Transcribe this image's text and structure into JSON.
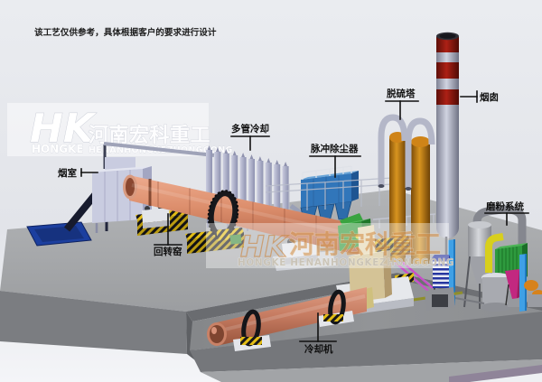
{
  "disclaimer": "该工艺仅供参考，具体根据客户的要求进行设计",
  "labels": {
    "smoke_chamber": "烟室",
    "multi_tube_cooler": "多管冷却",
    "pulse_dust_collector": "脉冲除尘器",
    "desulfurization_tower": "脱硫塔",
    "chimney": "烟囱",
    "grinding_system": "磨粉系统",
    "rotary_kiln": "回转窑",
    "cooling_machine": "冷却机"
  },
  "watermark_left": {
    "logo_initials": "HK",
    "brand_en": "HONGKE",
    "brand_cn": "河南宏科重工",
    "brand_pinyin": "HENANHONGKEZHONGGONG"
  },
  "watermark_center": {
    "logo_initials": "HK",
    "brand_cn": "河南宏科重工",
    "line_en": "HONGKE HENANHONGKEZHONGGONG"
  },
  "colors": {
    "kiln_salmon": "#cd8168",
    "dust_collector_blue": "#3176ba",
    "hazard_yellow": "#e3bd14",
    "chimney_red": "#a01a10",
    "tower_orange": "#cc8a20",
    "panel_blue": "#1c3f9f",
    "post_blue": "#3fa0e6",
    "machine_green": "#2e9a3e",
    "hopper_magenta": "#c22880"
  }
}
